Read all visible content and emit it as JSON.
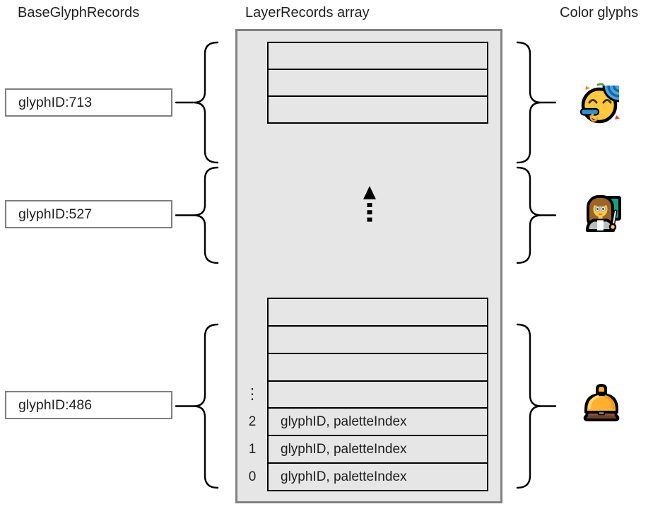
{
  "titles": {
    "left": "BaseGlyphRecords",
    "center": "LayerRecords array",
    "right": "Color glyphs"
  },
  "base_glyph_records": [
    {
      "glyph_id": "glyphID:713"
    },
    {
      "glyph_id": "glyphID:527"
    },
    {
      "glyph_id": "glyphID:486"
    }
  ],
  "layer_records_array": {
    "ellipsis": "⋮",
    "indices": [
      "2",
      "1",
      "0"
    ],
    "record_label": "glyphID, paletteIndex",
    "top_group_row_count": 3,
    "bottom_group_row_count": 7
  },
  "color_glyphs": [
    {
      "icon": "partying-face-emoji"
    },
    {
      "icon": "woman-teacher-emoji"
    },
    {
      "icon": "bellhop-bell-emoji"
    }
  ],
  "colors": {
    "panel_fill": "#e6e6e6",
    "panel_border": "#828282",
    "record_border": "#000000",
    "box_fill": "#ffffff",
    "box_border": "#7f7f7f",
    "text": "#1f1f1f",
    "emoji_yellow": "#ffc83d",
    "emoji_blue": "#2e8fd0",
    "emoji_gold": "#ffb02e",
    "emoji_brown": "#6b4226",
    "board_teal": "#12a286"
  }
}
